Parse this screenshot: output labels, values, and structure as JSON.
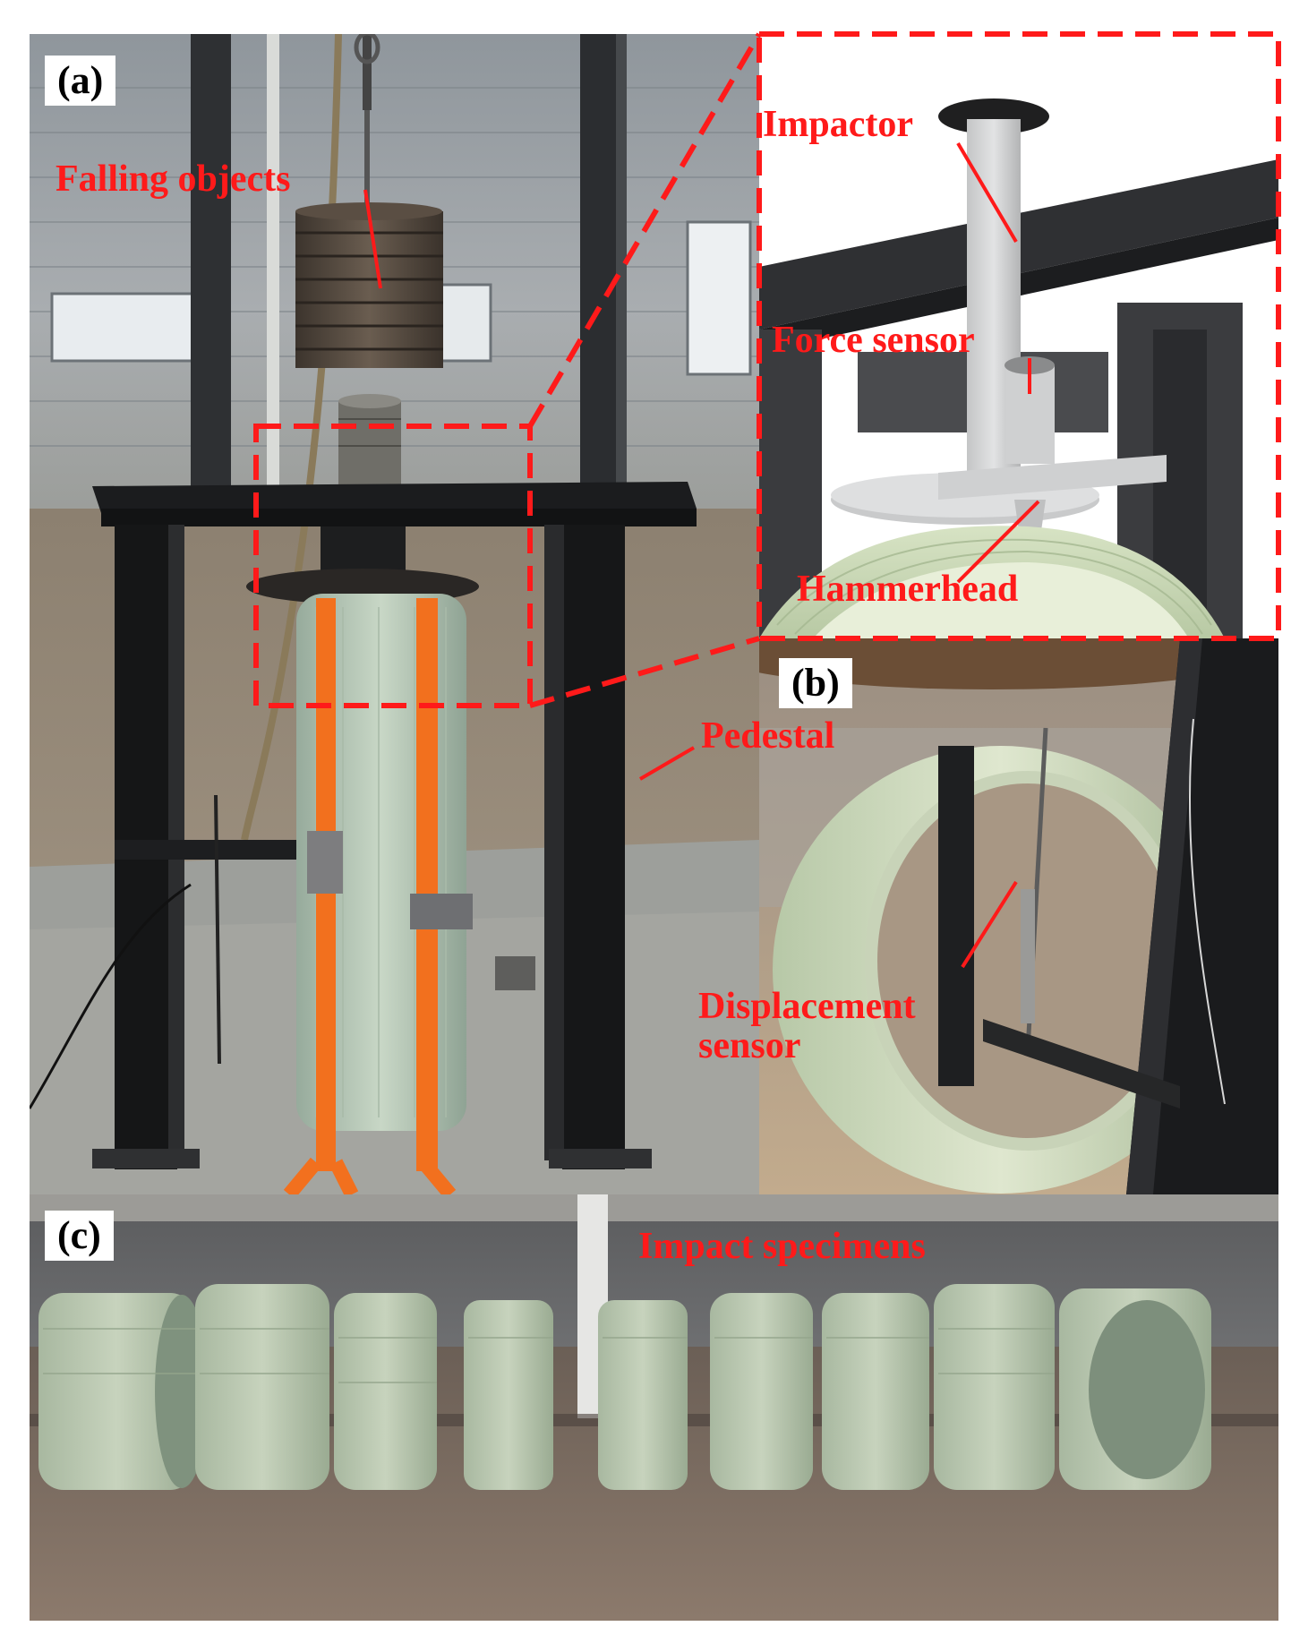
{
  "figure": {
    "panel_a": {
      "tag": "(a)",
      "labels": {
        "falling_objects": "Falling objects",
        "pedestal": "Pedestal"
      }
    },
    "inset": {
      "labels": {
        "impactor": "Impactor",
        "force_sensor": "Force sensor",
        "hammerhead": "Hammerhead"
      }
    },
    "panel_b": {
      "tag": "(b)",
      "labels": {
        "displacement_line1": "Displacement",
        "displacement_line2": "sensor"
      }
    },
    "panel_c": {
      "tag": "(c)",
      "labels": {
        "impact_specimens": "Impact specimens"
      }
    },
    "colors": {
      "annotation_red": "#ff1a1a",
      "frame_black": "#1a1a1a",
      "specimen_green": "#b9c9b0",
      "strap_orange": "#f2701e"
    }
  }
}
